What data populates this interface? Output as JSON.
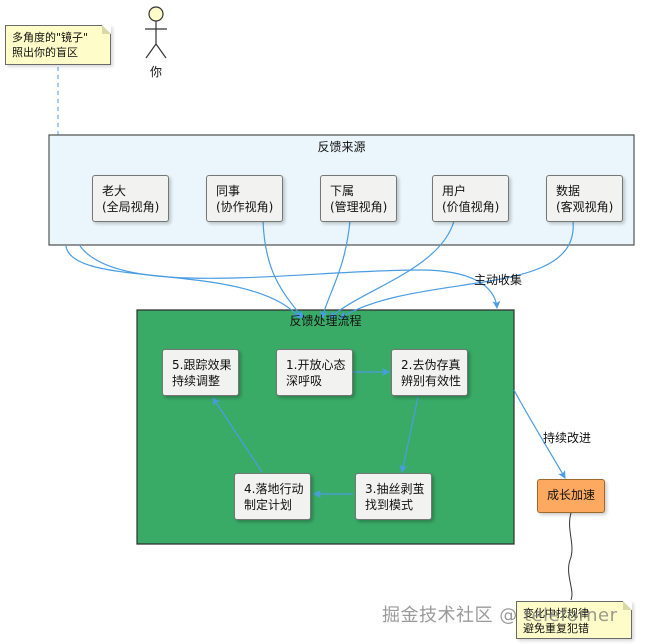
{
  "actor": {
    "name": "你"
  },
  "notes": {
    "top_line1": "多角度的\"镜子\"",
    "top_line2": "照出你的盲区",
    "bottom_line1": "变化中找规律",
    "bottom_line2": "避免重复犯错"
  },
  "sources": {
    "title": "反馈来源",
    "items": [
      {
        "line1": "老大",
        "line2": "(全局视角)"
      },
      {
        "line1": "同事",
        "line2": "(协作视角)"
      },
      {
        "line1": "下属",
        "line2": "(管理视角)"
      },
      {
        "line1": "用户",
        "line2": "(价值视角)"
      },
      {
        "line1": "数据",
        "line2": "(客观视角)"
      }
    ]
  },
  "process": {
    "title": "反馈处理流程",
    "steps": [
      {
        "line1": "1.开放心态",
        "line2": "深呼吸"
      },
      {
        "line1": "2.去伪存真",
        "line2": "辨别有效性"
      },
      {
        "line1": "3.抽丝剥茧",
        "line2": "找到模式"
      },
      {
        "line1": "4.落地行动",
        "line2": "制定计划"
      },
      {
        "line1": "5.跟踪效果",
        "line2": "持续调整"
      }
    ]
  },
  "edges": {
    "collect": "主动收集",
    "improve": "持续改进"
  },
  "growth": {
    "label": "成长加速"
  },
  "watermark": "掘金技术社区 @ teleforner",
  "colors": {
    "sources_bg": "#eaf6fc",
    "process_bg": "#3aab67",
    "growth_bg": "#fdaa60",
    "note_bg": "#fefdc9",
    "edge": "#4a9de2"
  }
}
